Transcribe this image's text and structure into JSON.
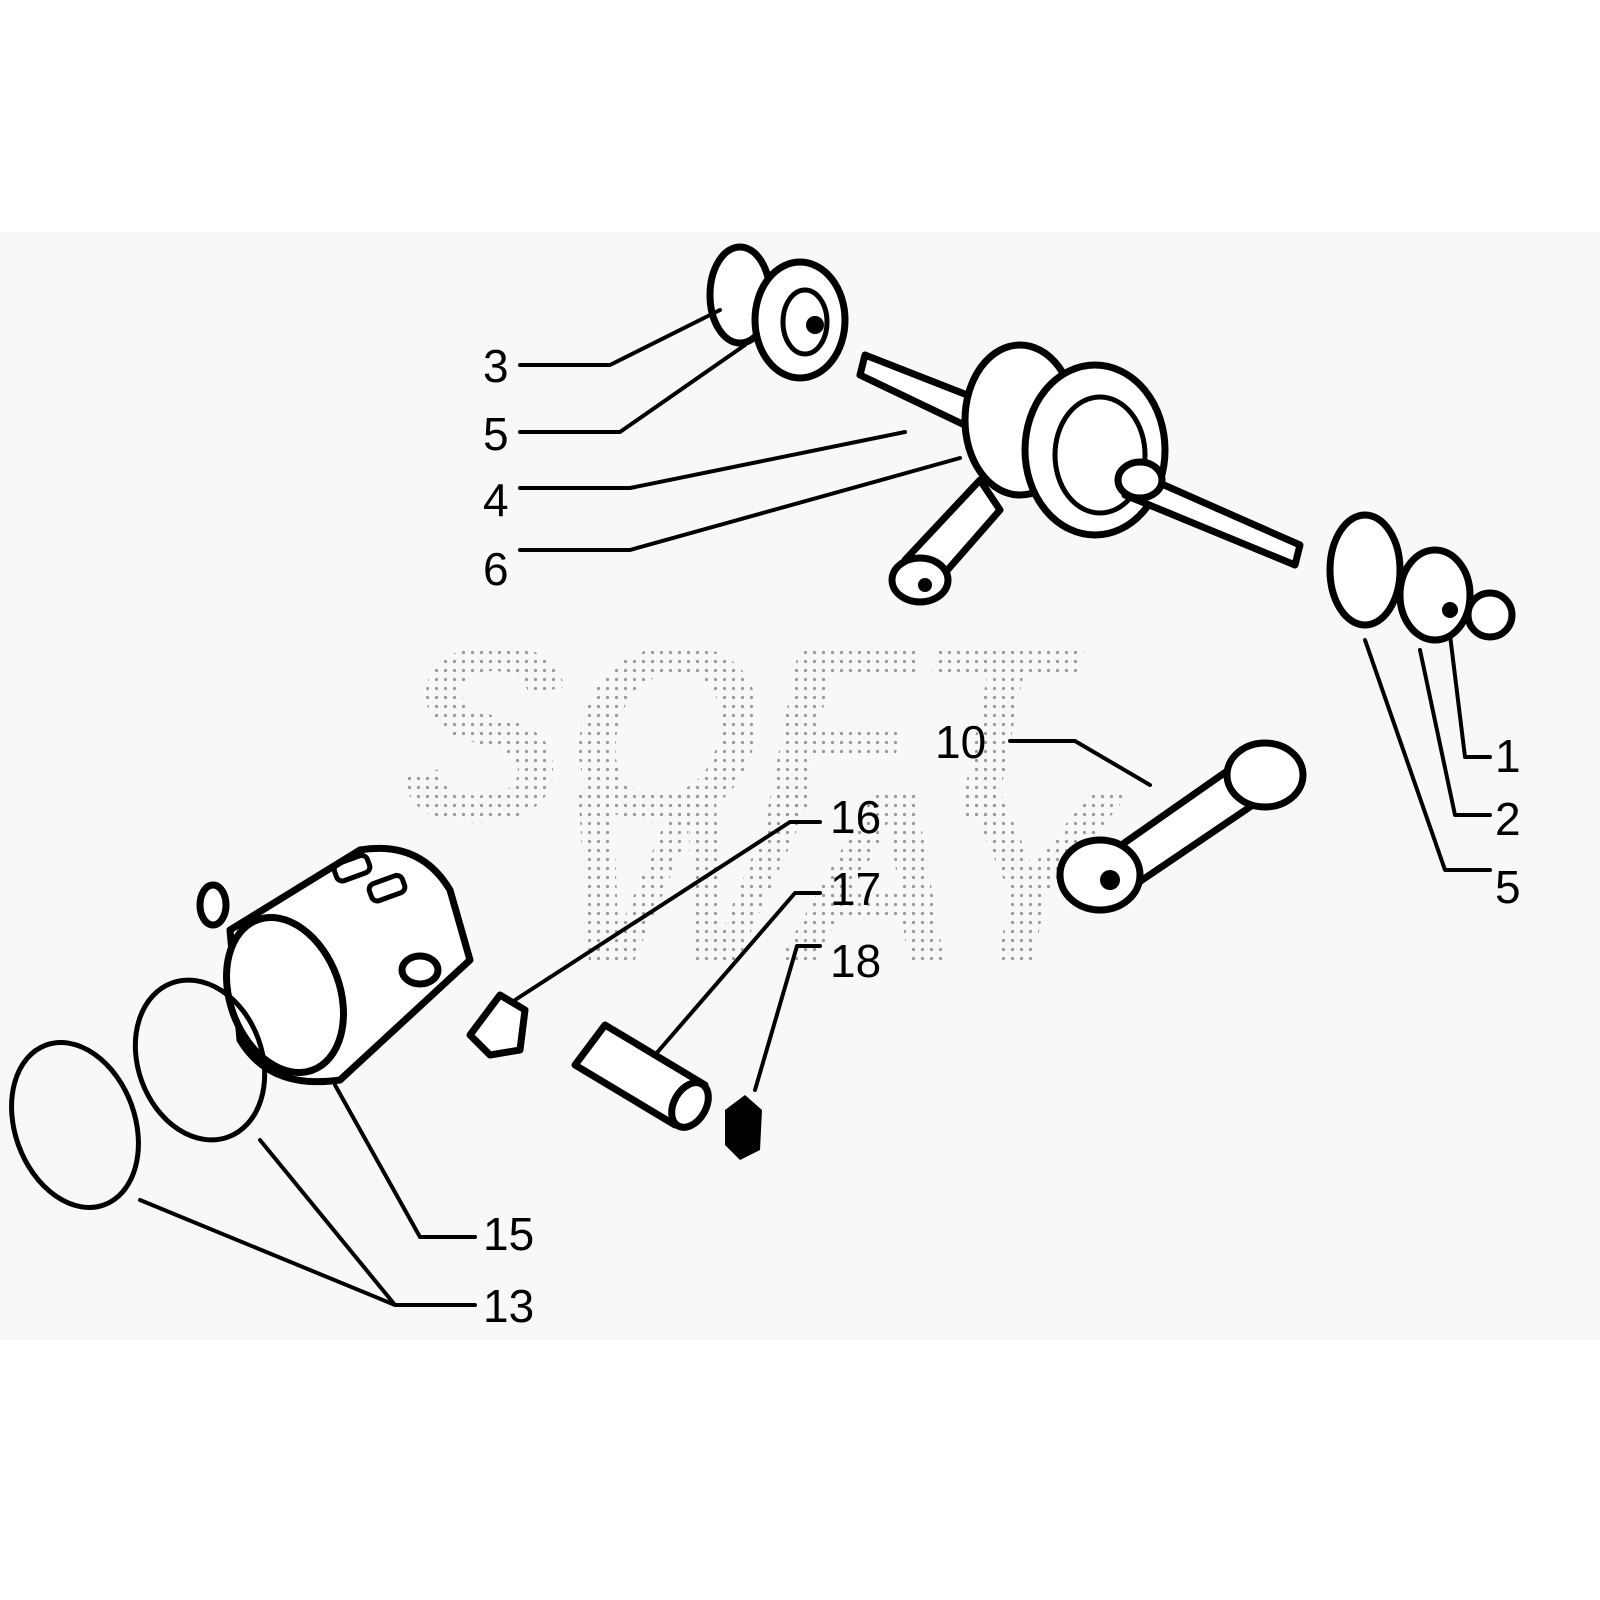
{
  "watermark": [
    "SOFT",
    "WAY"
  ],
  "callouts": [
    {
      "id": "3a",
      "label": "3"
    },
    {
      "id": "5a",
      "label": "5"
    },
    {
      "id": "4",
      "label": "4"
    },
    {
      "id": "6",
      "label": "6"
    },
    {
      "id": "1",
      "label": "1"
    },
    {
      "id": "2",
      "label": "2"
    },
    {
      "id": "5b",
      "label": "5"
    },
    {
      "id": "10",
      "label": "10"
    },
    {
      "id": "16",
      "label": "16"
    },
    {
      "id": "17",
      "label": "17"
    },
    {
      "id": "18",
      "label": "18"
    },
    {
      "id": "15",
      "label": "15"
    },
    {
      "id": "13",
      "label": "13"
    }
  ]
}
